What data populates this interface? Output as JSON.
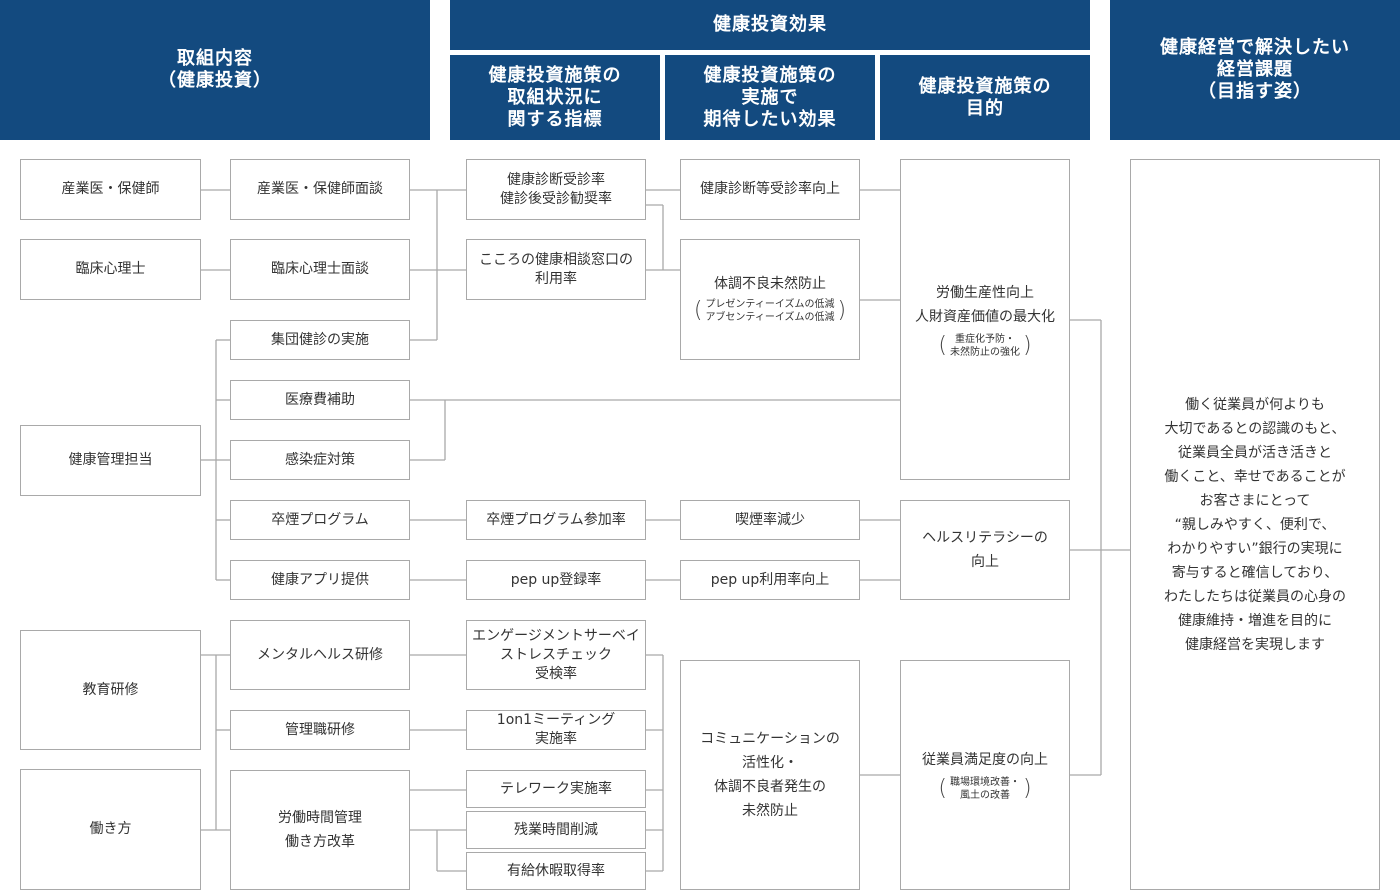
{
  "headers": {
    "torikumi": "取組内容\n（健康投資）",
    "effect": "健康投資効果",
    "shihyo": "健康投資施策の\n取組状況に\n関する指標",
    "kitai": "健康投資施策の\n実施で\n期待したい効果",
    "mokuteki": "健康投資施策の\n目的",
    "kadai": "健康経営で解決したい\n経営課題\n（目指す姿）"
  },
  "col1": {
    "sangyoi": "産業医・保健師",
    "rinsho": "臨床心理士",
    "kenko_kanri": "健康管理担当",
    "kyoiku": "教育研修",
    "hatarakikata": "働き方"
  },
  "col2": {
    "sangyoi_mendan": "産業医・保健師面談",
    "rinsho_mendan": "臨床心理士面談",
    "shudan": "集団健診の実施",
    "iryohi": "医療費補助",
    "kansen": "感染症対策",
    "sotsuen": "卒煙プログラム",
    "app": "健康アプリ提供",
    "mental": "メンタルヘルス研修",
    "kanrishoku": "管理職研修",
    "rodo": "労働時間管理\n働き方改革"
  },
  "col3": {
    "jushin": "健康診断受診率\n健診後受診勧奨率",
    "kokoro": "こころの健康相談窓口の\n利用率",
    "sotsuen_rate": "卒煙プログラム参加率",
    "pepup_reg": "pep up登録率",
    "engage": "エンゲージメントサーベイ\nストレスチェック\n受検率",
    "oneonone": "1on1ミーティング\n実施率",
    "telework": "テレワーク実施率",
    "zangyo": "残業時間削減",
    "yukyu": "有給休暇取得率"
  },
  "col4": {
    "jushin_up": "健康診断等受診率向上",
    "taicho": "体調不良未然防止",
    "taicho_sub": "プレゼンティーイズムの低減\nアブセンティーイズムの低減",
    "kitsuen": "喫煙率減少",
    "pepup_use": "pep up利用率向上",
    "comm": "コミュニケーションの\n活性化・\n体調不良者発生の\n未然防止"
  },
  "col5": {
    "rodo_seisan": "労働生産性向上\n人財資産価値の最大化",
    "rodo_seisan_sub": "重症化予防・\n未然防止の強化",
    "literacy": "ヘルスリテラシーの\n向上",
    "manzoku": "従業員満足度の向上",
    "manzoku_sub": "職場環境改善・\n風土の改善"
  },
  "goal": "働く従業員が何よりも\n大切であるとの認識のもと、\n従業員全員が活き活きと\n働くこと、幸せであることが\nお客さまにとって\n“親しみやすく、便利で、\nわかりやすい”銀行の実現に\n寄与すると確信しており、\nわたしたちは従業員の心身の\n健康維持・増進を目的に\n健康経営を実現します",
  "colors": {
    "header": "#134a7f",
    "line": "#a9a9a9",
    "text": "#333333"
  }
}
